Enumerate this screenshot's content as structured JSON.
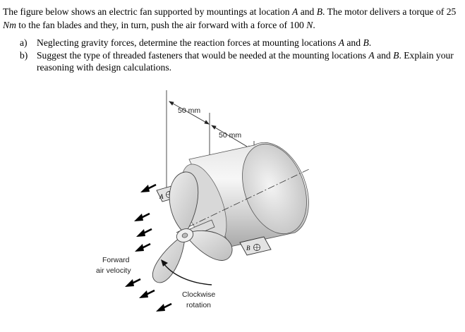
{
  "intro": {
    "s1": "The figure below shows an electric fan supported by mountings at location ",
    "A": "A",
    "s2": " and ",
    "B": "B",
    "s3": ". The motor delivers a torque of 25 ",
    "unit_torque": "Nm",
    "s4": " to the fan blades and they, in turn, push the air forward with a force of 100 ",
    "unit_force": "N",
    "s5": "."
  },
  "questions": [
    {
      "marker": "a)",
      "t1": "Neglecting gravity forces, determine the reaction forces at mounting locations ",
      "A": "A",
      "t2": " and ",
      "B": "B",
      "t3": "."
    },
    {
      "marker": "b)",
      "t1": "Suggest the type of threaded fasteners that would be needed at the mounting locations ",
      "A": "A",
      "t2": " and ",
      "B": "B",
      "t3": ". Explain your reasoning with design calculations."
    }
  ],
  "figure": {
    "dim_1": "50 mm",
    "dim_2": "50 mm",
    "label_a": "A",
    "label_b": "B",
    "forward_line1": "Forward",
    "forward_line2": "air velocity",
    "rotation_line1": "Clockwise",
    "rotation_line2": "rotation"
  }
}
